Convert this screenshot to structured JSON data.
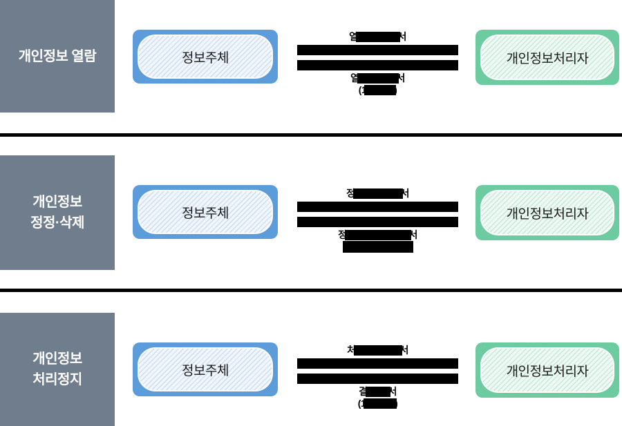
{
  "colors": {
    "category_bg": "#6F7D8D",
    "category_text": "#FFFFFF",
    "subject_border": "#5D9CDB",
    "subject_fill": "#F1F6FC",
    "processor_border": "#6CCBA1",
    "processor_fill": "#EFF9F4",
    "redaction": "#000000"
  },
  "rows": [
    {
      "category_line1": "개인정보 열람",
      "category_line2": "",
      "subject_label": "정보주체",
      "processor_label": "개인정보처리자",
      "request_label": {
        "prefix": "열",
        "suffix": "서"
      },
      "response_line1": {
        "prefix": "열",
        "suffix": "서"
      },
      "response_line2": {
        "prefix": "(1",
        "suffix": ")"
      }
    },
    {
      "category_line1": "개인정보",
      "category_line2": "정정·삭제",
      "subject_label": "정보주체",
      "processor_label": "개인정보처리자",
      "request_label": {
        "prefix": "정",
        "suffix": "서"
      },
      "response_line1": {
        "prefix": "정",
        "suffix": "서"
      },
      "response_line2": {
        "prefix": "",
        "suffix": ""
      }
    },
    {
      "category_line1": "개인정보",
      "category_line2": "처리정지",
      "subject_label": "정보주체",
      "processor_label": "개인정보처리자",
      "request_label": {
        "prefix": "처",
        "suffix": "서"
      },
      "response_line1": {
        "prefix": "결",
        "suffix": "서"
      },
      "response_line2": {
        "prefix": "(1",
        "suffix": ")"
      }
    }
  ]
}
